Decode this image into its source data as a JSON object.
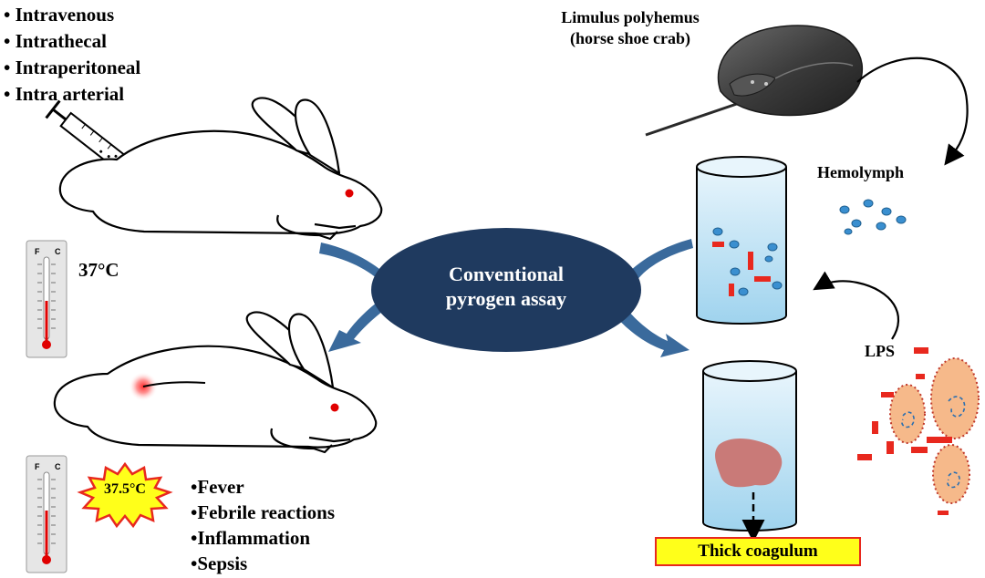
{
  "routes": [
    "• Intravenous",
    "• Intrathecal",
    "• Intraperitoneal",
    "• Intra arterial"
  ],
  "temperature_normal": "37°C",
  "temperature_fever": "37.5°C",
  "center_label": [
    "Conventional",
    "pyrogen assay"
  ],
  "crab_name": [
    "Limulus polyhemus",
    "(horse shoe crab)"
  ],
  "hemolymph_label": "Hemolymph",
  "lps_label": "LPS",
  "effects": [
    "•Fever",
    "•Febrile reactions",
    "•Inflammation",
    "•Sepsis"
  ],
  "coagulum_label": "Thick coagulum",
  "thermometer_scale": {
    "f": "F",
    "c": "C"
  },
  "colors": {
    "ellipse": "#1f3a5f",
    "arrow": "#3a6a9c",
    "tube": "#a9d8ef",
    "lps": "#e8281e",
    "bacteria": "#f6b98a",
    "coagulum": "#c97a78",
    "highlight": "#ffff1a"
  }
}
